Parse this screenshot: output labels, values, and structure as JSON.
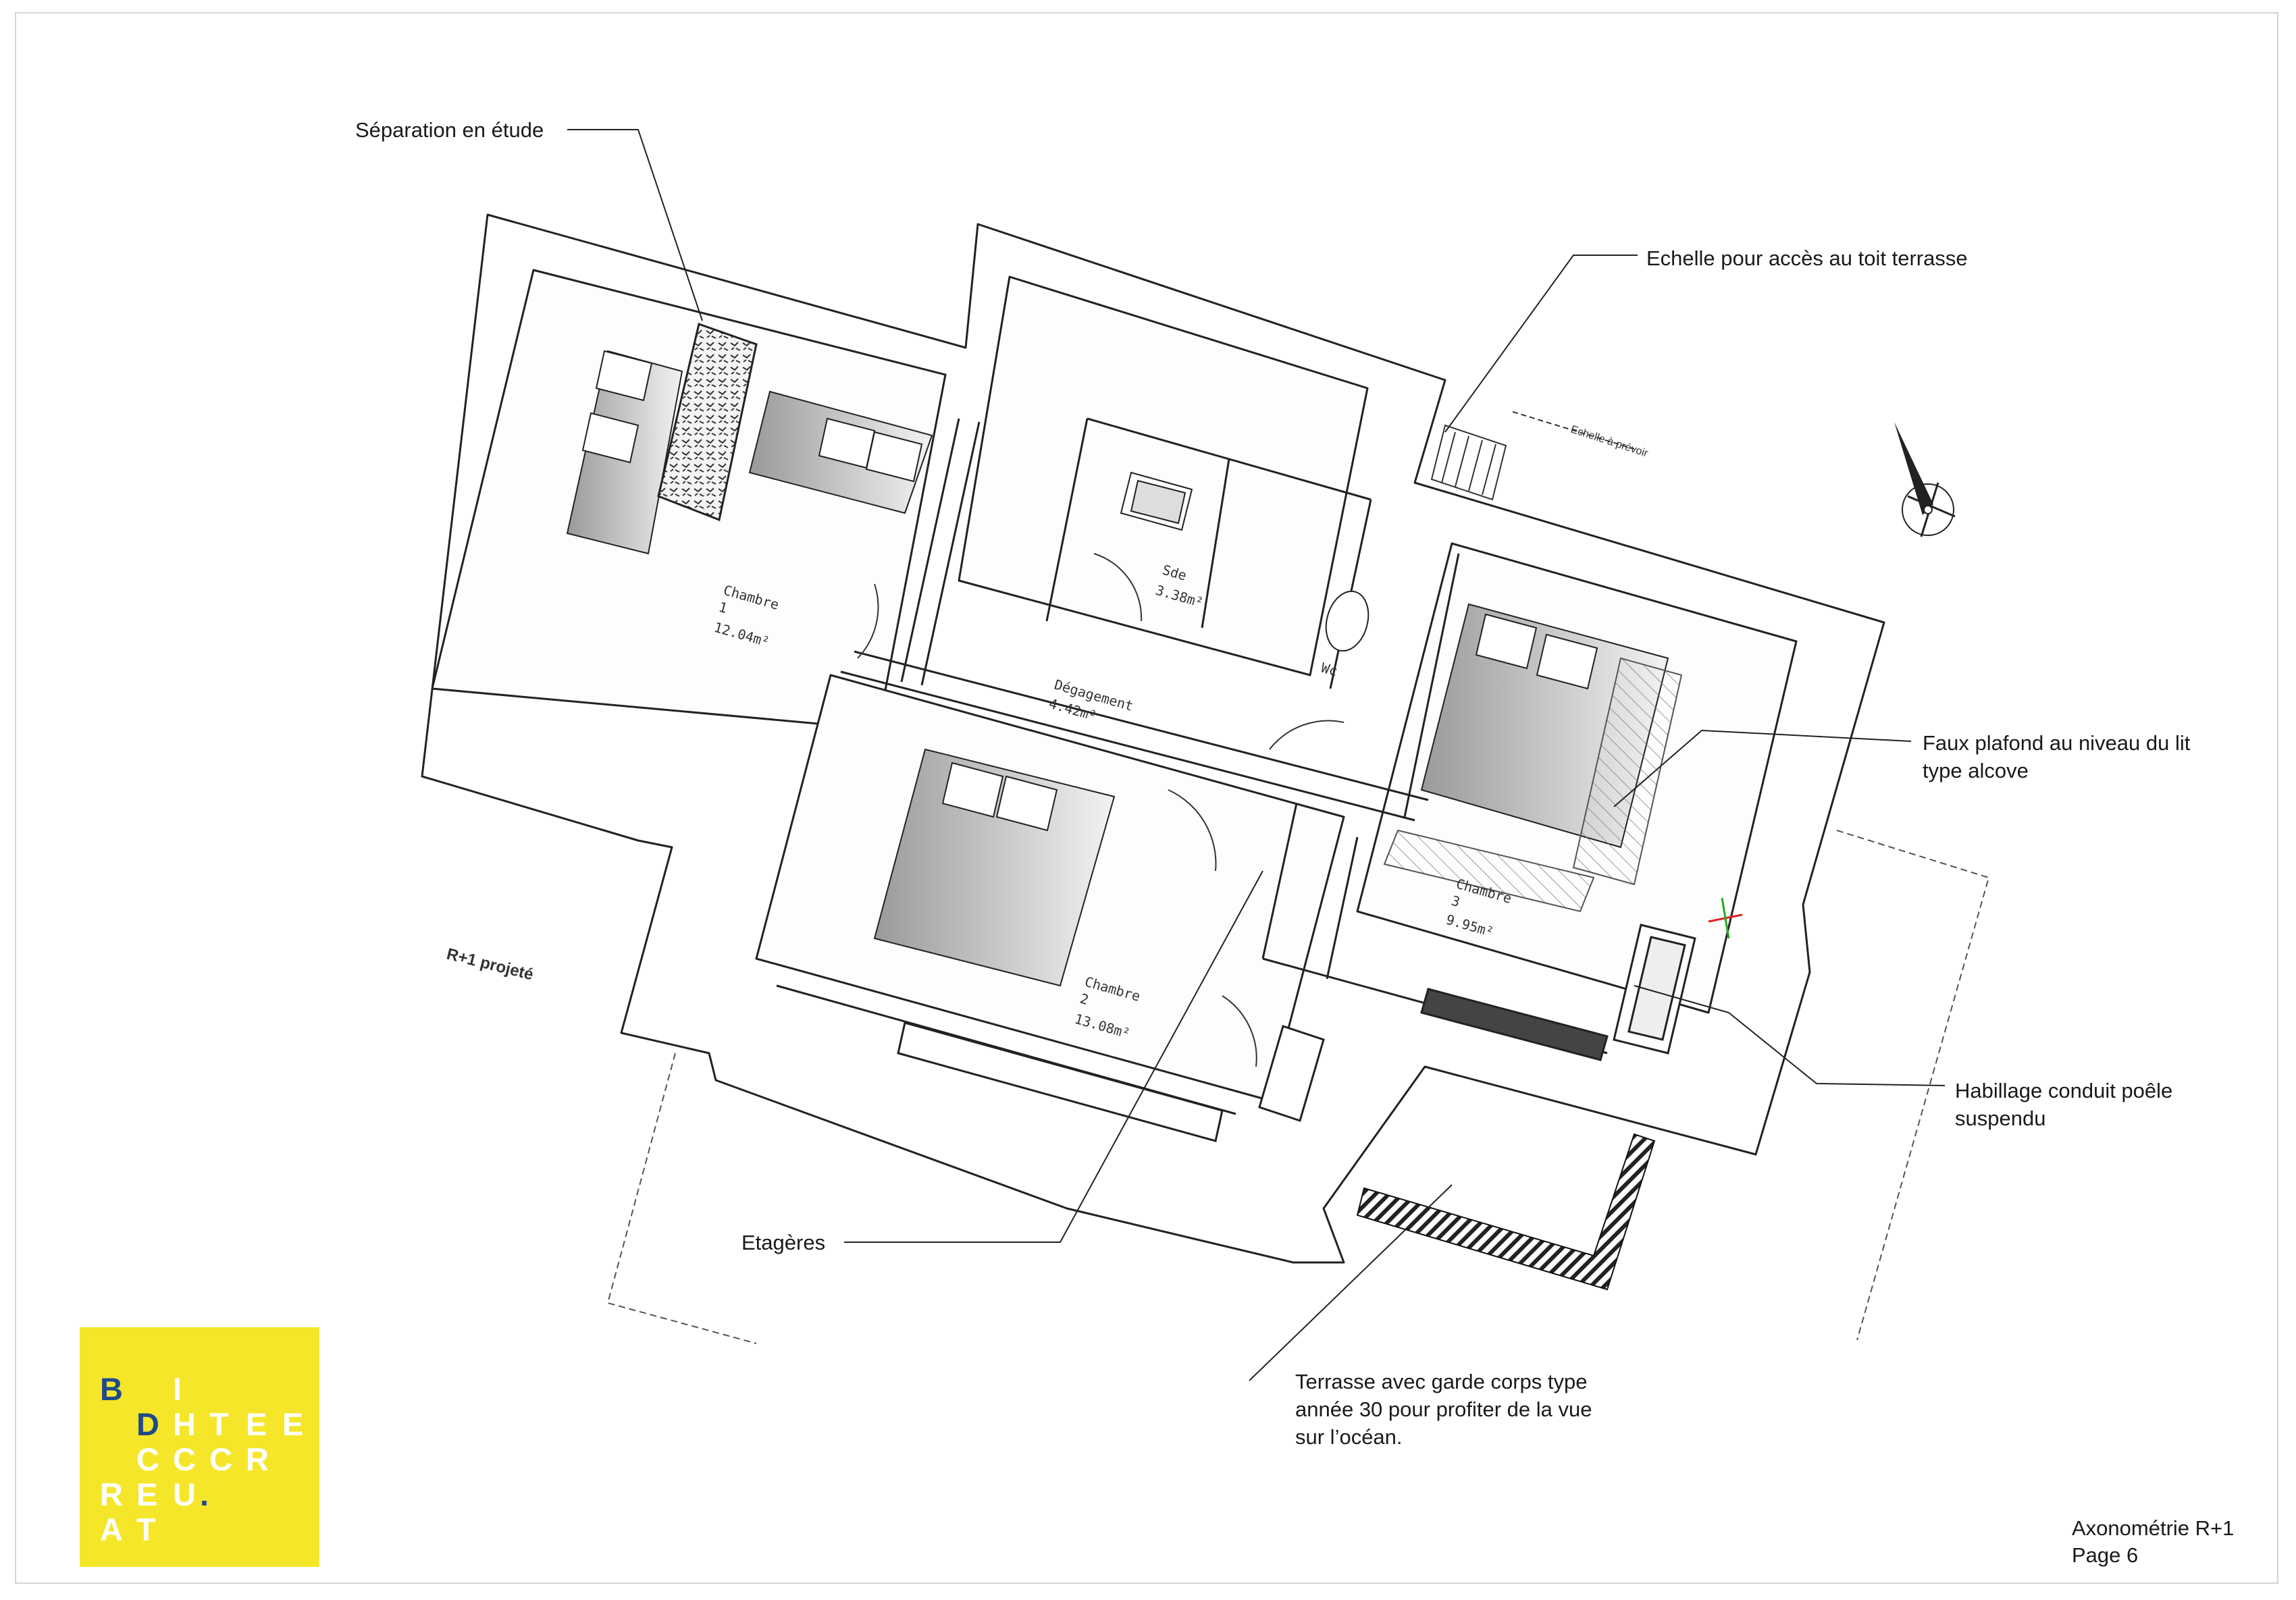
{
  "annotations": {
    "separation": "Séparation en étude",
    "echelle": "Echelle pour accès au toit terrasse",
    "faux_plafond": "Faux plafond au niveau du lit\ntype alcove",
    "habillage": "Habillage conduit poêle\nsuspendu",
    "etageres": "Etagères",
    "terrasse": "Terrasse avec garde corps type\nannée 30 pour profiter de la vue\nsur l’océan."
  },
  "plan": {
    "level_label": "R+1 projeté",
    "echelle_note": "Echelle à prévoir",
    "rooms": [
      {
        "name": "Chambre",
        "number": "1",
        "area": "12.04m²"
      },
      {
        "name": "Sde",
        "number": "",
        "area": "3.38m²"
      },
      {
        "name": "Dégagement",
        "number": "",
        "area": "4.42m²"
      },
      {
        "name": "Wc",
        "number": "",
        "area": ""
      },
      {
        "name": "Chambre",
        "number": "2",
        "area": "13.08m²"
      },
      {
        "name": "Chambre",
        "number": "3",
        "area": "9.95m²"
      }
    ]
  },
  "logo": {
    "rows": [
      [
        "B",
        "",
        "I",
        "",
        "",
        ""
      ],
      [
        "",
        "D",
        "H",
        "T",
        "E",
        "E"
      ],
      [
        "",
        "C",
        "C",
        "C",
        "R",
        ""
      ],
      [
        "R",
        "E",
        "U",
        ".",
        "",
        ""
      ],
      [
        "A",
        "T",
        "",
        "",
        "",
        ""
      ]
    ],
    "color_background": "#f5e62a",
    "color_blue": "#1f4a8a",
    "color_white": "#ffffff"
  },
  "footer": {
    "title": "Axonométrie R+1",
    "page": "Page 6"
  },
  "icons": [
    "north-arrow-icon",
    "axis-cross-icon"
  ]
}
